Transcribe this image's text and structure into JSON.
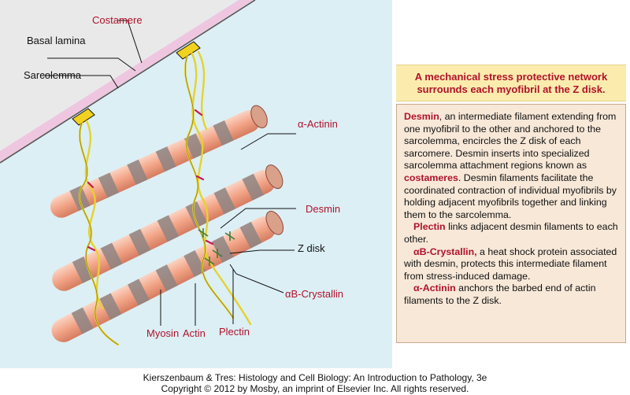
{
  "labels": {
    "costamere": "Costamere",
    "basal_lamina": "Basal lamina",
    "sarcolemma": "Sarcolemma",
    "alpha_actinin": "α-Actinin",
    "desmin": "Desmin",
    "z_disk": "Z disk",
    "ab_crystallin": "αB-Crystallin",
    "myosin": "Myosin",
    "actin": "Actin",
    "plectin": "Plectin"
  },
  "panel": {
    "title": "A mechanical stress protective network surrounds each myofibril at the Z disk.",
    "p1_term1": "Desmin",
    "p1_text1": ", an intermediate filament extending from one myofibril to the other and anchored to the sarcolemma, encircles the Z disk of each sarcomere. Desmin inserts into specialized sarcolemma attachment regions known as ",
    "p1_term2": "costameres",
    "p1_text2": ". Desmin filaments facilitate the coordinated contraction of individual myofibrils by holding adjacent myofibrils together and linking them to the sarcolemma.",
    "p2_term": "Plectin",
    "p2_text": " links adjacent desmin filaments to each other.",
    "p3_term": "αB-Crystallin,",
    "p3_text": " a heat shock protein associated with desmin, protects this intermediate filament from stress-induced damage.",
    "p4_term": "α-Actinin",
    "p4_text": " anchors the barbed end of actin filaments to the Z disk."
  },
  "footer": {
    "line1": "Kierszenbaum & Tres: Histology and Cell Biology: An Introduction to Pathology, 3e",
    "line2": "Copyright © 2012 by Mosby, an imprint of Elsevier Inc. All rights reserved."
  },
  "colors": {
    "background_panel": "#dceff5",
    "myofibril": "#f2a487",
    "band": "#8f8584",
    "desmin": "#e6d22c",
    "accent_red": "#b0122a",
    "title_bg": "#fbecae",
    "body_bg": "#f7e8d8"
  }
}
